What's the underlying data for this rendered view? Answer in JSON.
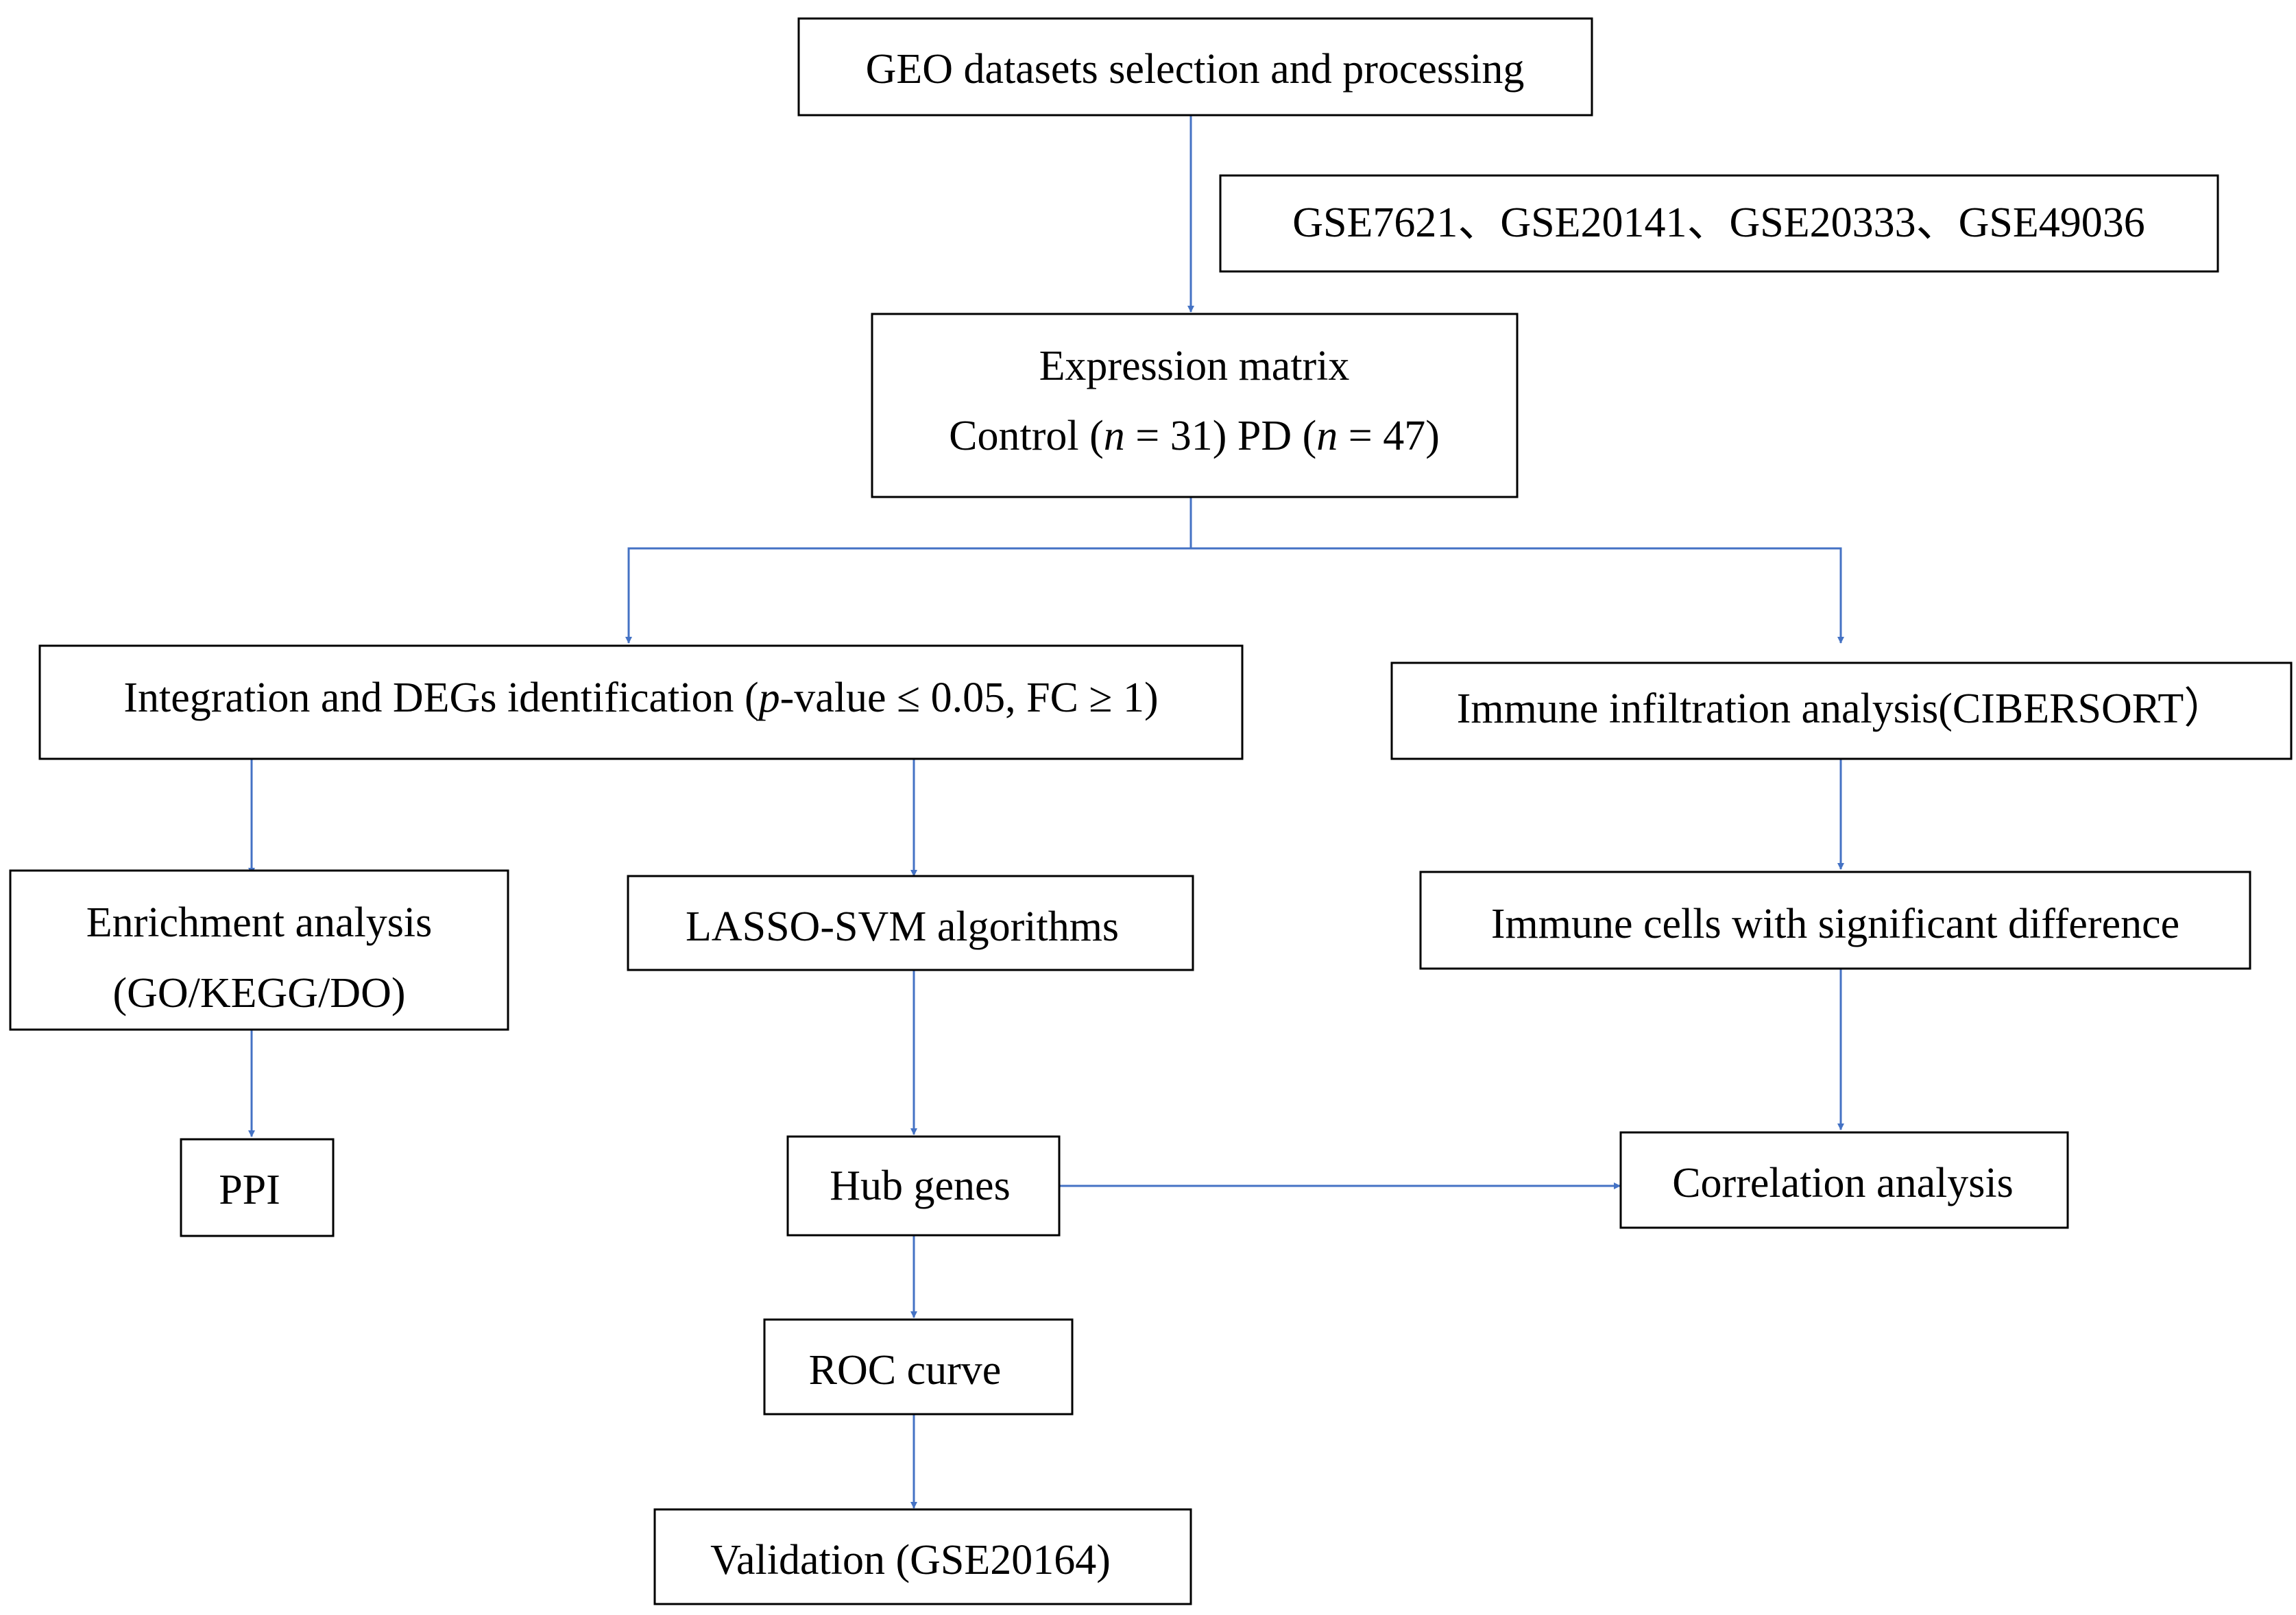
{
  "diagram": {
    "colors": {
      "arrow": "#4472C4",
      "box_border": "#000000",
      "text": "#000000",
      "background": "#ffffff"
    },
    "nodes": {
      "geo_selection": {
        "label": "GEO datasets selection and processing"
      },
      "geo_ids": {
        "label": "GSE7621、GSE20141、GSE20333、GSE49036"
      },
      "expression_matrix": {
        "line1": "Expression matrix",
        "line2_parts": [
          "Control (",
          "n",
          " = 31) PD (",
          "n",
          " = 47)"
        ]
      },
      "integration_degs": {
        "parts": [
          "Integration and DEGs identification (",
          "p",
          "-value ≤ 0.05, FC ≥ 1)"
        ]
      },
      "immune_infiltration": {
        "label": "Immune infiltration analysis(CIBERSORT）"
      },
      "enrichment": {
        "line1": "Enrichment analysis",
        "line2": "(GO/KEGG/DO)"
      },
      "lasso_svm": {
        "label": "LASSO-SVM algorithms"
      },
      "immune_cells": {
        "label": "Immune cells with significant difference"
      },
      "ppi": {
        "label": "PPI"
      },
      "hub_genes": {
        "label": "Hub genes"
      },
      "correlation": {
        "label": "Correlation analysis"
      },
      "roc_curve": {
        "label": "ROC curve"
      },
      "validation": {
        "label": "Validation (GSE20164)"
      }
    },
    "edges": [
      {
        "from": "geo_selection",
        "to": "expression_matrix"
      },
      {
        "from": "expression_matrix",
        "to": "integration_degs"
      },
      {
        "from": "expression_matrix",
        "to": "immune_infiltration"
      },
      {
        "from": "integration_degs",
        "to": "enrichment"
      },
      {
        "from": "integration_degs",
        "to": "lasso_svm"
      },
      {
        "from": "immune_infiltration",
        "to": "immune_cells"
      },
      {
        "from": "enrichment",
        "to": "ppi"
      },
      {
        "from": "lasso_svm",
        "to": "hub_genes"
      },
      {
        "from": "immune_cells",
        "to": "correlation"
      },
      {
        "from": "hub_genes",
        "to": "correlation"
      },
      {
        "from": "hub_genes",
        "to": "roc_curve"
      },
      {
        "from": "roc_curve",
        "to": "validation"
      }
    ]
  }
}
